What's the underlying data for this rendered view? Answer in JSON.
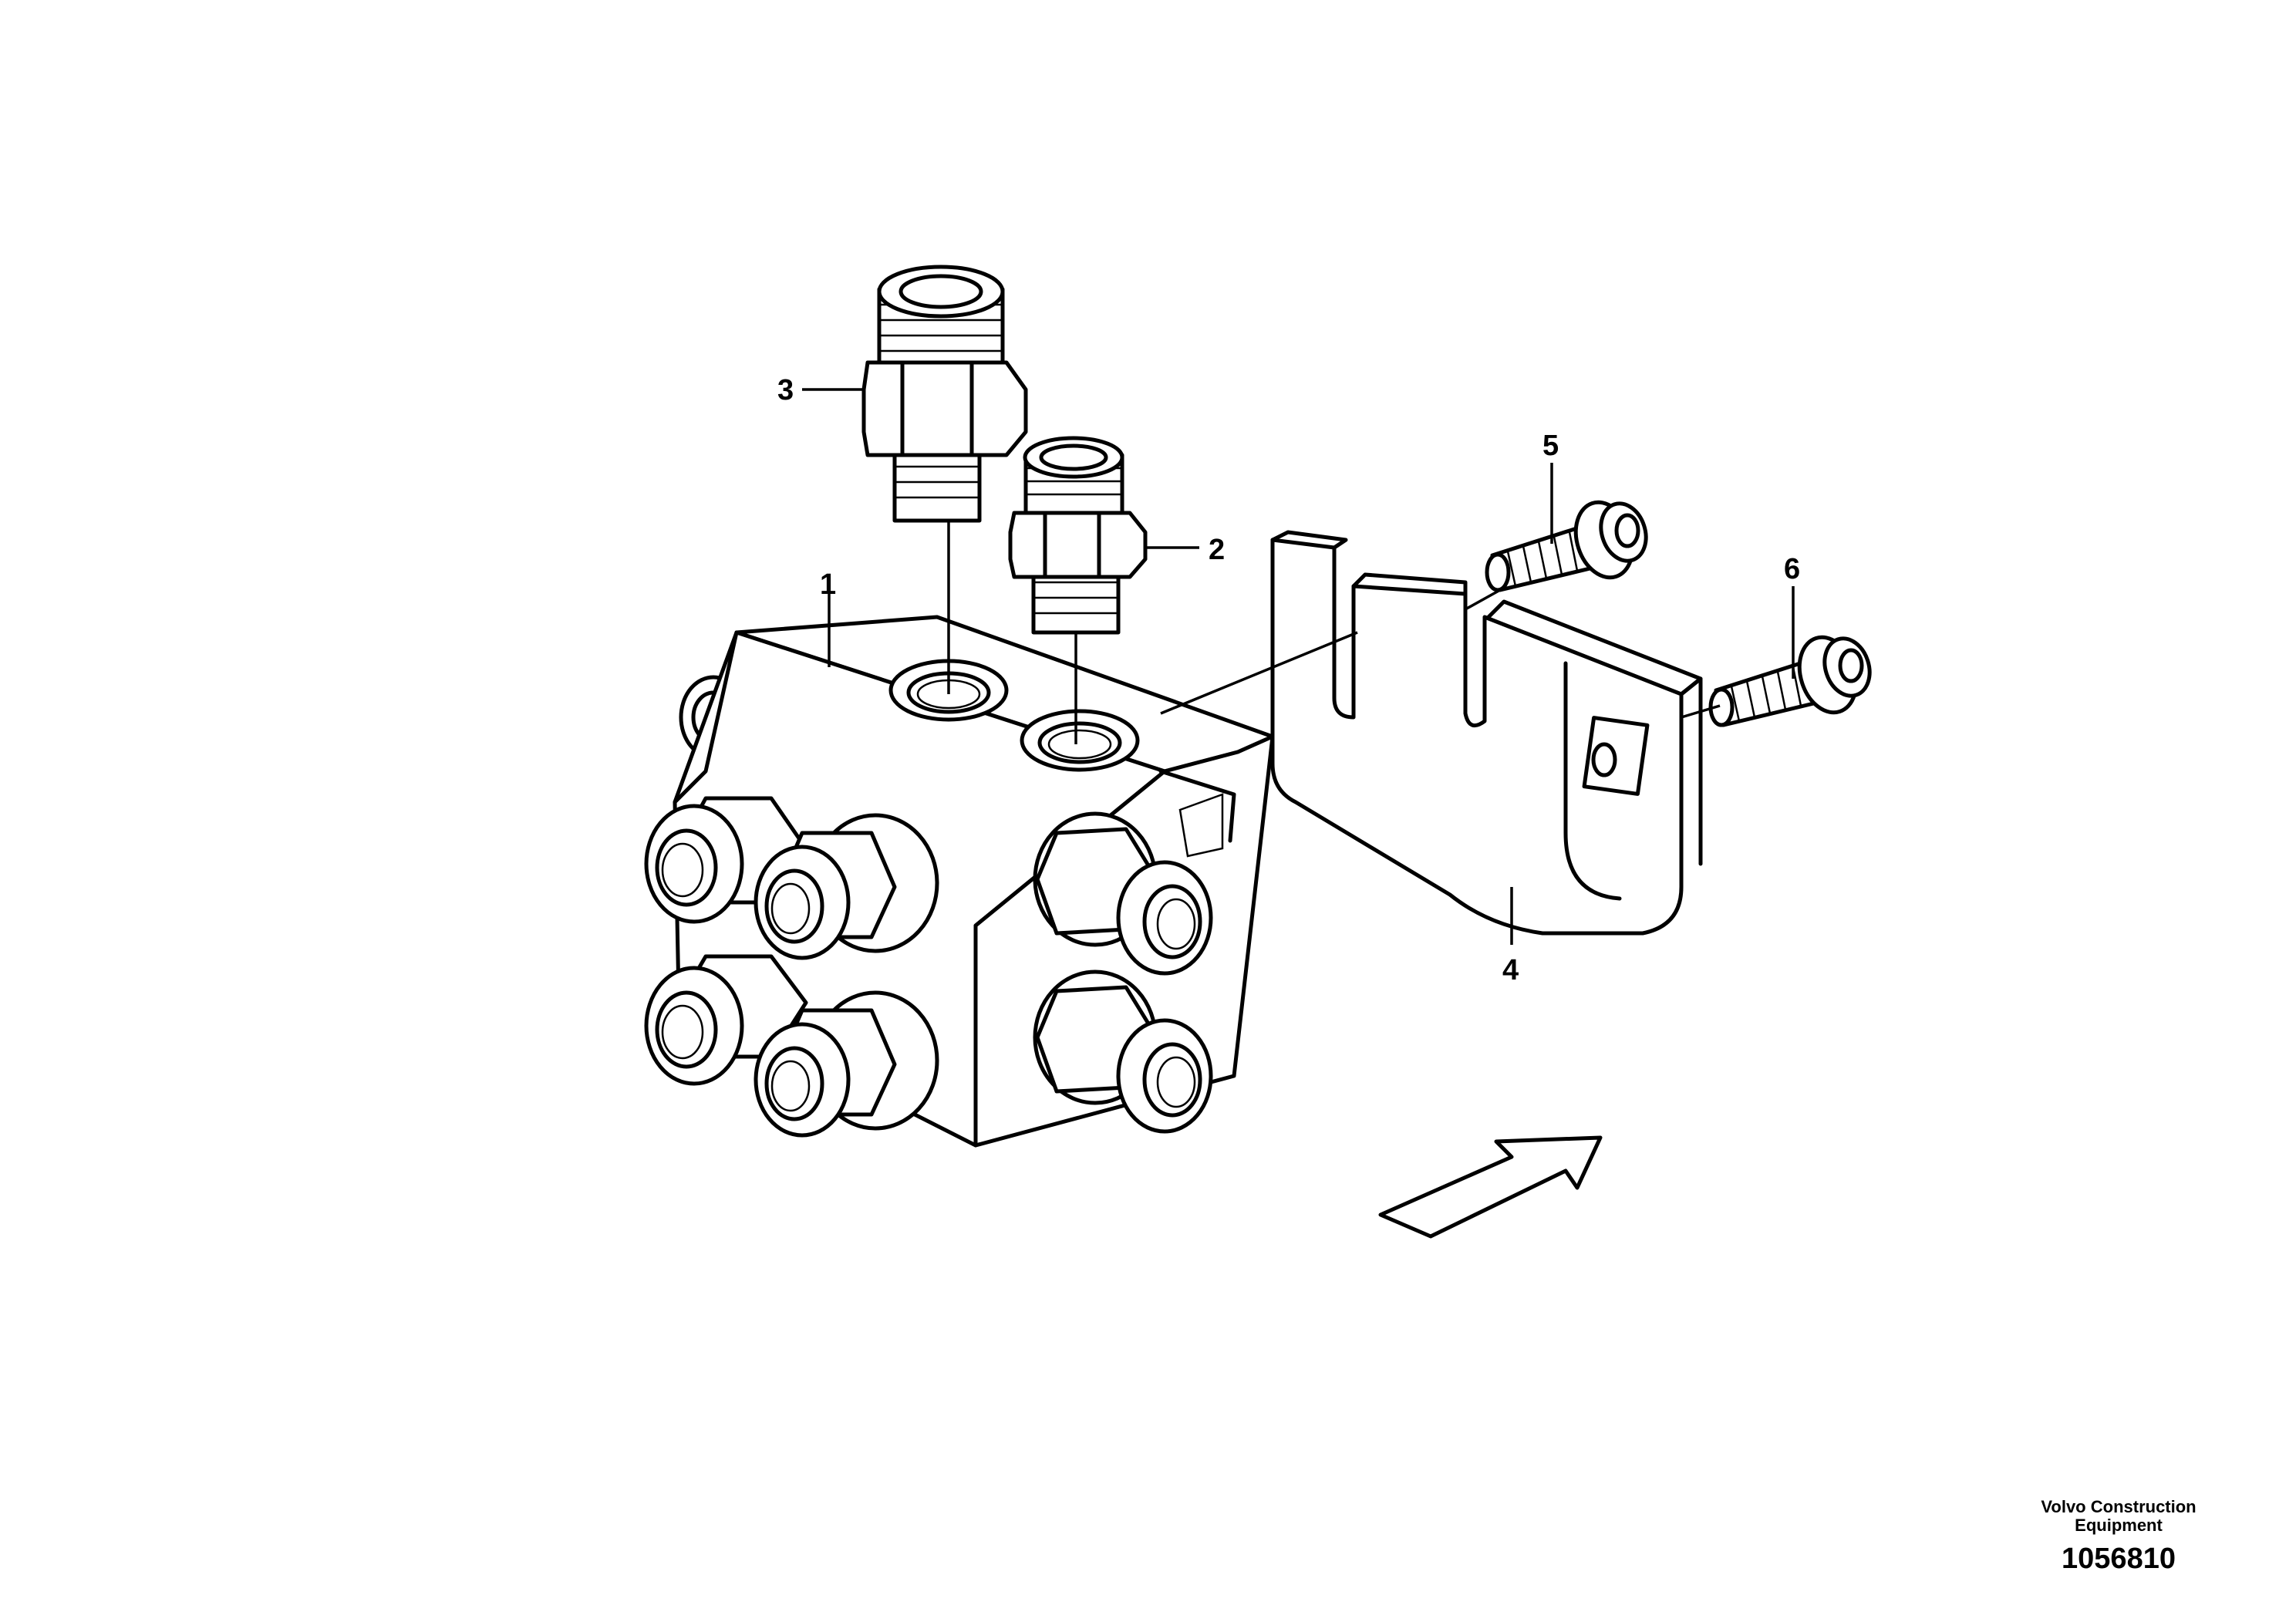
{
  "callouts": {
    "c1": "1",
    "c2": "2",
    "c3": "3",
    "c4": "4",
    "c5": "5",
    "c6": "6"
  },
  "footer": {
    "brand_line1": "Volvo Construction",
    "brand_line2": "Equipment",
    "drawing_number": "1056810"
  }
}
